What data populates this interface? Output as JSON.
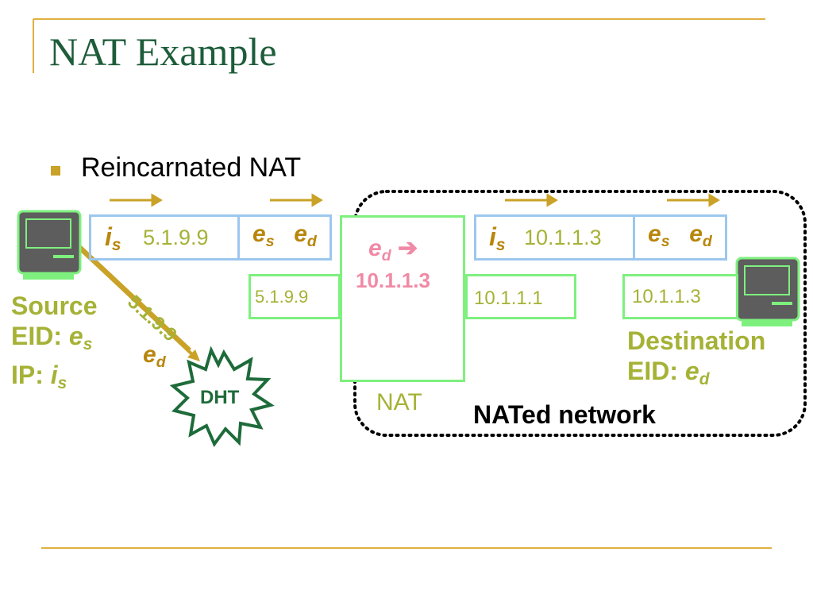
{
  "slide": {
    "title": "NAT Example",
    "bullet": "Reincarnated NAT"
  },
  "diagram": {
    "packet_left": {
      "src_var": "i",
      "src_sub": "s",
      "src_ip": "5.1.9.9",
      "eid_src": "e",
      "eid_src_sub": "s",
      "eid_dst": "e",
      "eid_dst_sub": "d"
    },
    "packet_right": {
      "src_var": "i",
      "src_sub": "s",
      "src_ip": "10.1.1.3",
      "eid_src": "e",
      "eid_src_sub": "s",
      "eid_dst": "e",
      "eid_dst_sub": "d"
    },
    "nat_mapping": {
      "var": "e",
      "sub": "d",
      "arrow": "➔",
      "ip": "10.1.1.3"
    },
    "nat_label": "NAT",
    "nat_outer_ip": "5.1.9.9",
    "nat_inner_ip": "10.1.1.1",
    "dest_ip": "10.1.1.3",
    "dht_label": "DHT",
    "dht_query_ip": "5.1.9.9",
    "dht_query_var": "e",
    "dht_query_sub": "d",
    "source": {
      "line1": "Source",
      "eid_prefix": "EID: ",
      "eid_var": "e",
      "eid_sub": "s",
      "ip_prefix": "IP: ",
      "ip_var": "i",
      "ip_sub": "s"
    },
    "destination": {
      "line1": "Destination",
      "eid_prefix": "EID: ",
      "eid_var": "e",
      "eid_sub": "d"
    },
    "network_label": "NATed network"
  },
  "colors": {
    "title": "#1e5c3a",
    "accent_rule": "#e0b040",
    "label_olive": "#a5b236",
    "var_gold": "#b8860b",
    "mapping_pink": "#f08aa6",
    "packet_border": "#9cc7ee",
    "node_border": "#7ef07e",
    "dht_green": "#1e6b3a"
  }
}
